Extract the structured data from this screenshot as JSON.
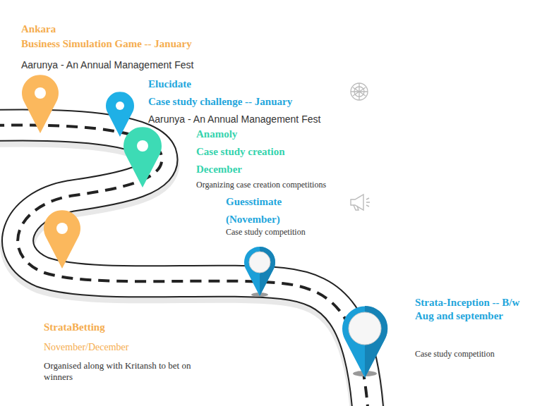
{
  "diagram": {
    "labels": [
      "Ankara",
      "Business Simulation Game -- January",
      "Aarunya - An Annual Management Fest",
      "Elucidate",
      "Case study challenge -- January",
      "Aarunya - An Annual Management Fest",
      "Anamoly",
      "Case study creation",
      "December",
      "Organizing case creation competitions",
      "Guesstimate",
      "(November)",
      "Case study competition",
      "Strata-Inception -- B/w Aug and september",
      "Case study competition",
      "StrataBetting",
      "November/December",
      "Organised along with Kritansh to bet on winners"
    ]
  }
}
